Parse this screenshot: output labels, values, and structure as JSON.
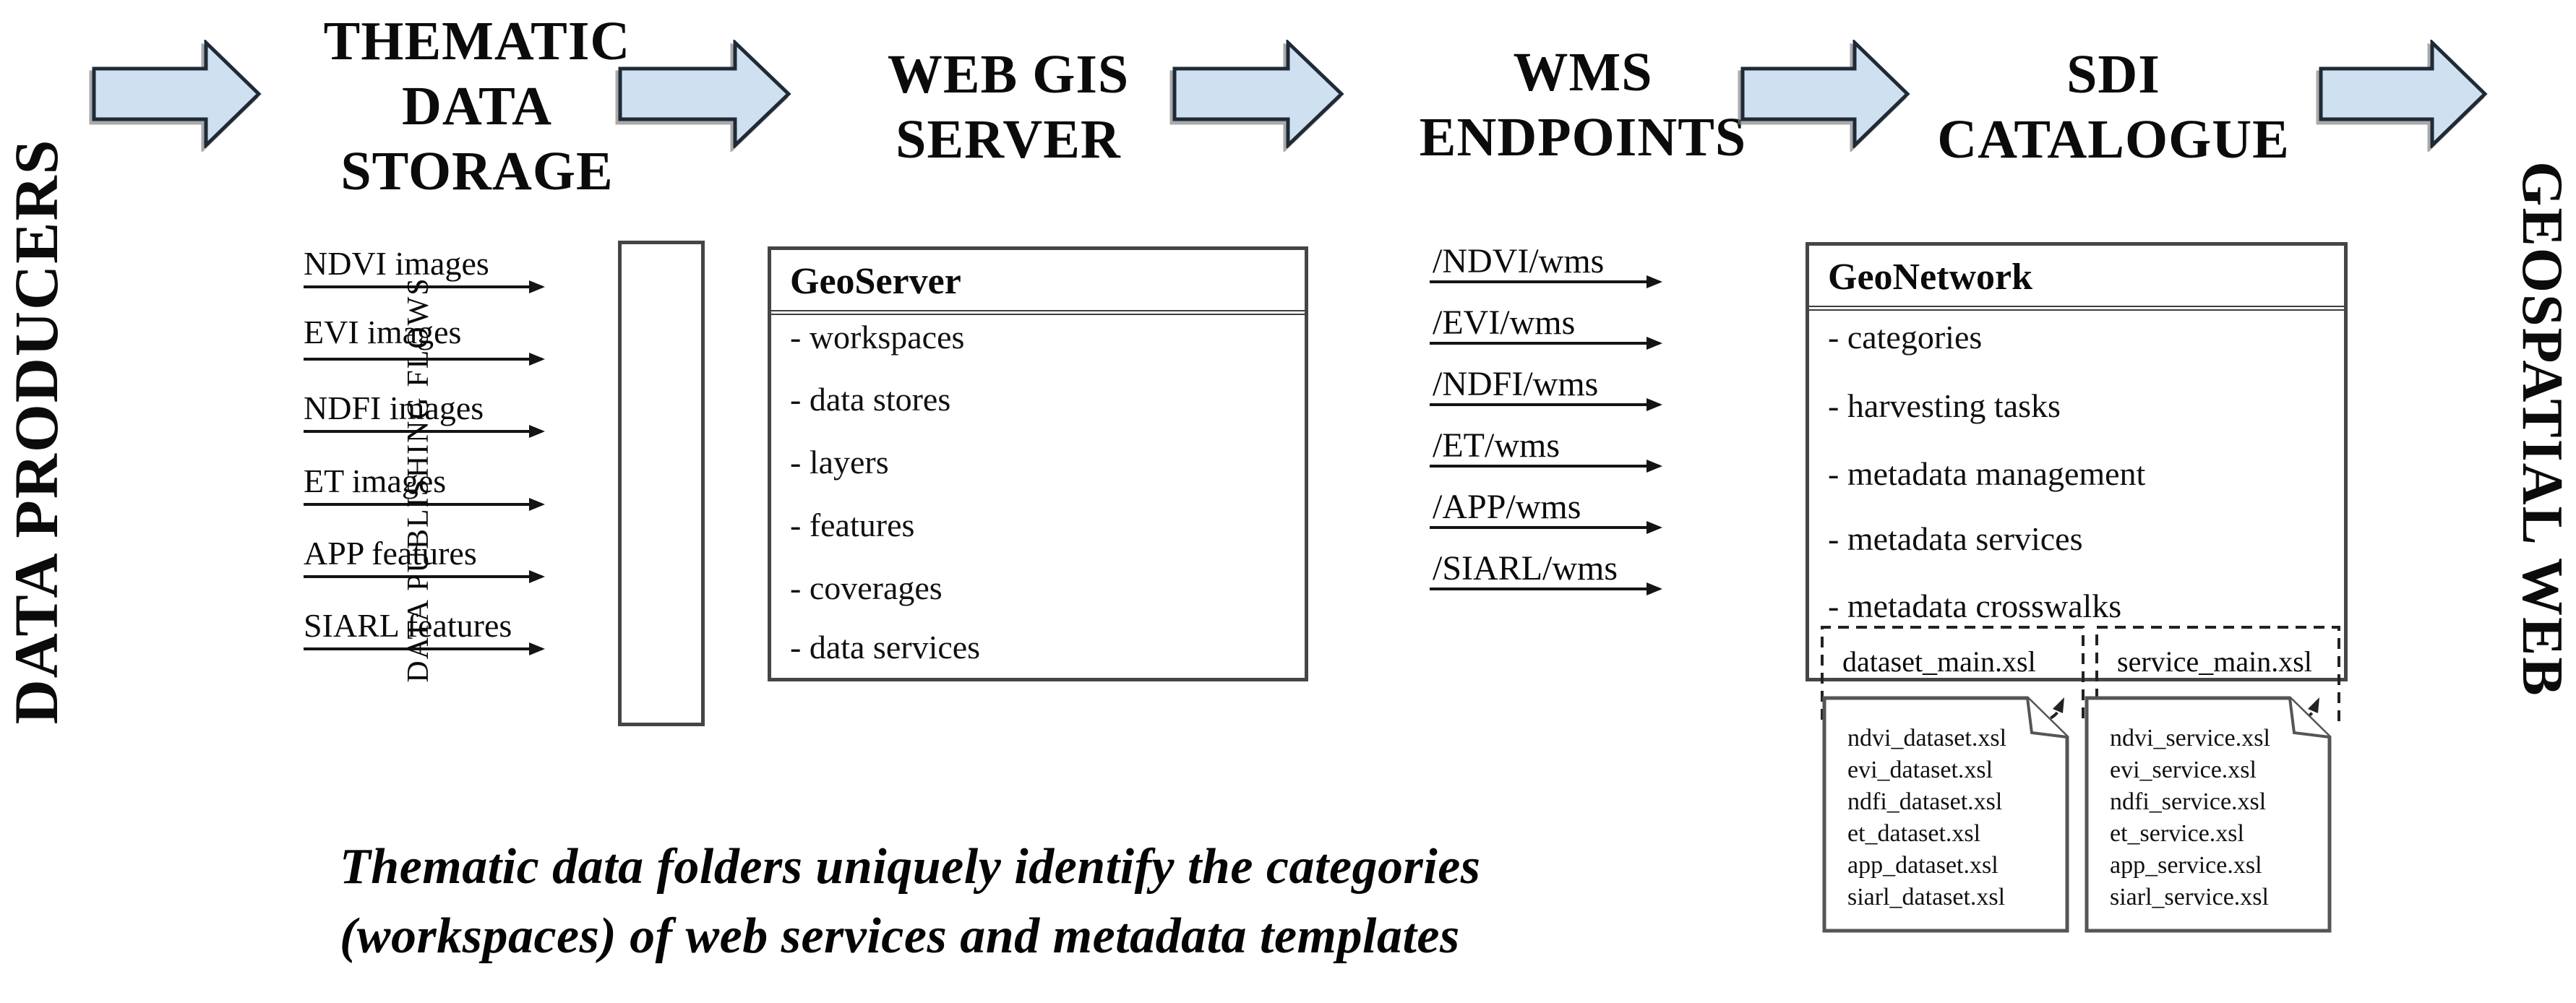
{
  "stages": {
    "producers_label": "DATA PRODUCERS",
    "storage_lines": [
      "THEMATIC",
      "DATA",
      "STORAGE"
    ],
    "webgis_lines": [
      "WEB GIS",
      "SERVER"
    ],
    "wms_lines": [
      "WMS",
      "ENDPOINTS"
    ],
    "sdi_lines": [
      "SDI",
      "CATALOGUE"
    ],
    "geoweb_label": "GEOSPATIAL WEB"
  },
  "thematic_inputs": [
    "NDVI images",
    "EVI images",
    "NDFI images",
    "ET images",
    "APP features",
    "SIARL features"
  ],
  "publishing_flows_label": "DATA PUBLISHING FLOWS",
  "geoserver": {
    "title": "GeoServer",
    "items": [
      "- workspaces",
      "- data stores",
      "- layers",
      "- features",
      "- coverages",
      "- data services"
    ]
  },
  "wms_endpoints": [
    "/NDVI/wms",
    "/EVI/wms",
    "/NDFI/wms",
    "/ET/wms",
    "/APP/wms",
    "/SIARL/wms"
  ],
  "geonetwork": {
    "title": "GeoNetwork",
    "items": [
      "- categories",
      "- harvesting tasks",
      "- metadata management",
      "- metadata services",
      "- metadata crosswalks"
    ],
    "dataset_template_label": "dataset_main.xsl",
    "service_template_label": "service_main.xsl"
  },
  "xsl_docs": {
    "dataset_files": [
      "ndvi_dataset.xsl",
      "evi_dataset.xsl",
      "ndfi_dataset.xsl",
      "et_dataset.xsl",
      "app_dataset.xsl",
      "siarl_dataset.xsl"
    ],
    "service_files": [
      "ndvi_service.xsl",
      "evi_service.xsl",
      "ndfi_service.xsl",
      "et_service.xsl",
      "app_service.xsl",
      "siarl_service.xsl"
    ]
  },
  "caption_lines": [
    "Thematic data folders uniquely identify the categories",
    "(workspaces) of web services and metadata templates"
  ],
  "colors": {
    "arrow_fill": "#cfe0f1",
    "arrow_stroke": "#1f2a36",
    "box_border": "#454545",
    "line_color": "#141414",
    "background": "#ffffff"
  }
}
